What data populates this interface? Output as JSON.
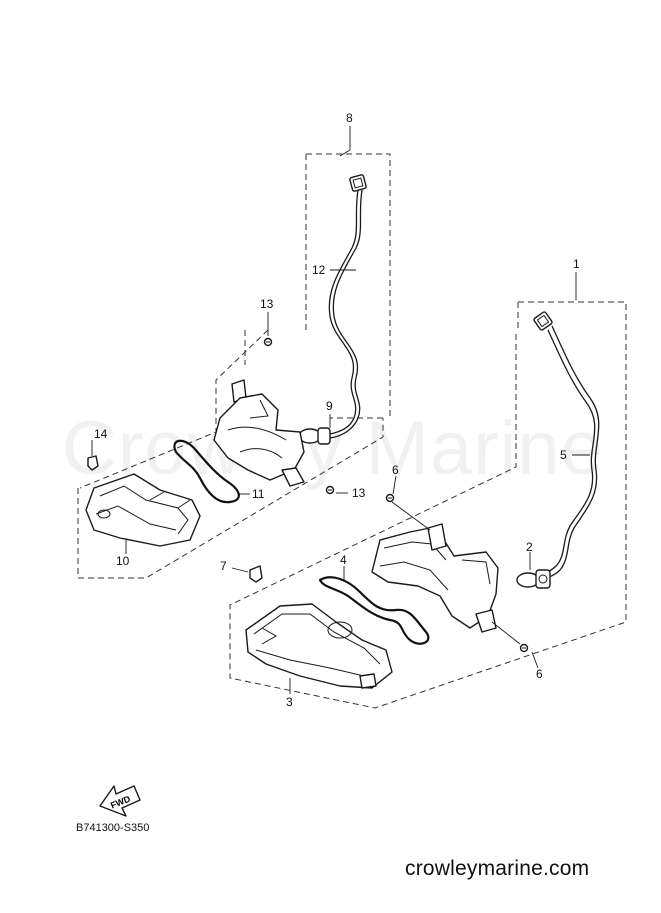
{
  "watermark": "Crowley Marine",
  "diagram_code": "B741300-S350",
  "footer": "crowleymarine.com",
  "fwd_label": "FWD",
  "callouts": {
    "c1": "1",
    "c2": "2",
    "c3": "3",
    "c4": "4",
    "c5": "5",
    "c6a": "6",
    "c6b": "6",
    "c7": "7",
    "c8": "8",
    "c9": "9",
    "c10": "10",
    "c11": "11",
    "c12": "12",
    "c13a": "13",
    "c13b": "13",
    "c14": "14"
  }
}
